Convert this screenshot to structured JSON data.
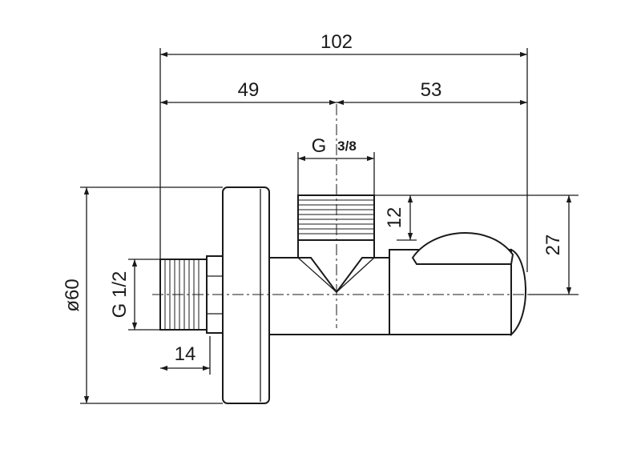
{
  "drawing": {
    "dimensions": {
      "overall_length": "102",
      "inlet_to_outlet_axis": "49",
      "outlet_axis_to_end": "53",
      "outlet_thread_prefix": "G",
      "outlet_thread_size": "3/8",
      "outlet_thread_length": "12",
      "handle_height": "27",
      "flange_diameter": "ø60",
      "inlet_thread": "G 1/2",
      "inlet_thread_length": "14"
    }
  }
}
